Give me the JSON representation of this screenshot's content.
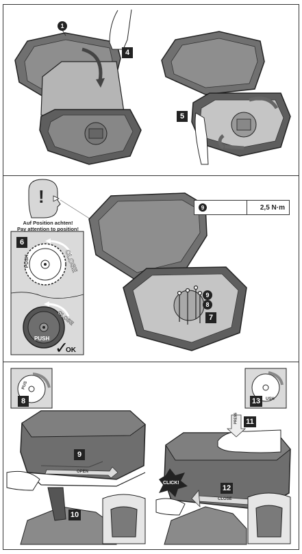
{
  "steps": {
    "s1": "1",
    "s4": "4",
    "s5": "5",
    "s6": "6",
    "s7": "7",
    "s8": "8",
    "s9": "9",
    "s10": "10",
    "s11": "11",
    "s12": "12",
    "s13": "13"
  },
  "callouts": {
    "c8": "8",
    "c9": "9"
  },
  "spec": {
    "item": "9",
    "torque": "2,5 N·m"
  },
  "attention": {
    "line1": "Auf Position achten!",
    "line2": "Pay attention to position!",
    "mark": "!"
  },
  "dial": {
    "close_top": "CLOSE",
    "push_top": "PUSH",
    "close_bottom": "CLOSE",
    "push_bottom": "PUSH",
    "ok": "OK",
    "check": "✓"
  },
  "inset8": {
    "push": "PUS"
  },
  "inset13": {
    "push": "USH"
  },
  "labels": {
    "open": "OPEN",
    "close": "CLOSE",
    "click": "CLICK!",
    "press": "PRESS"
  },
  "colors": {
    "ink": "#222222",
    "case_fill": "#6f6f6f",
    "case_light": "#9a9a9a",
    "panel_bg": "#d9d9d9"
  }
}
